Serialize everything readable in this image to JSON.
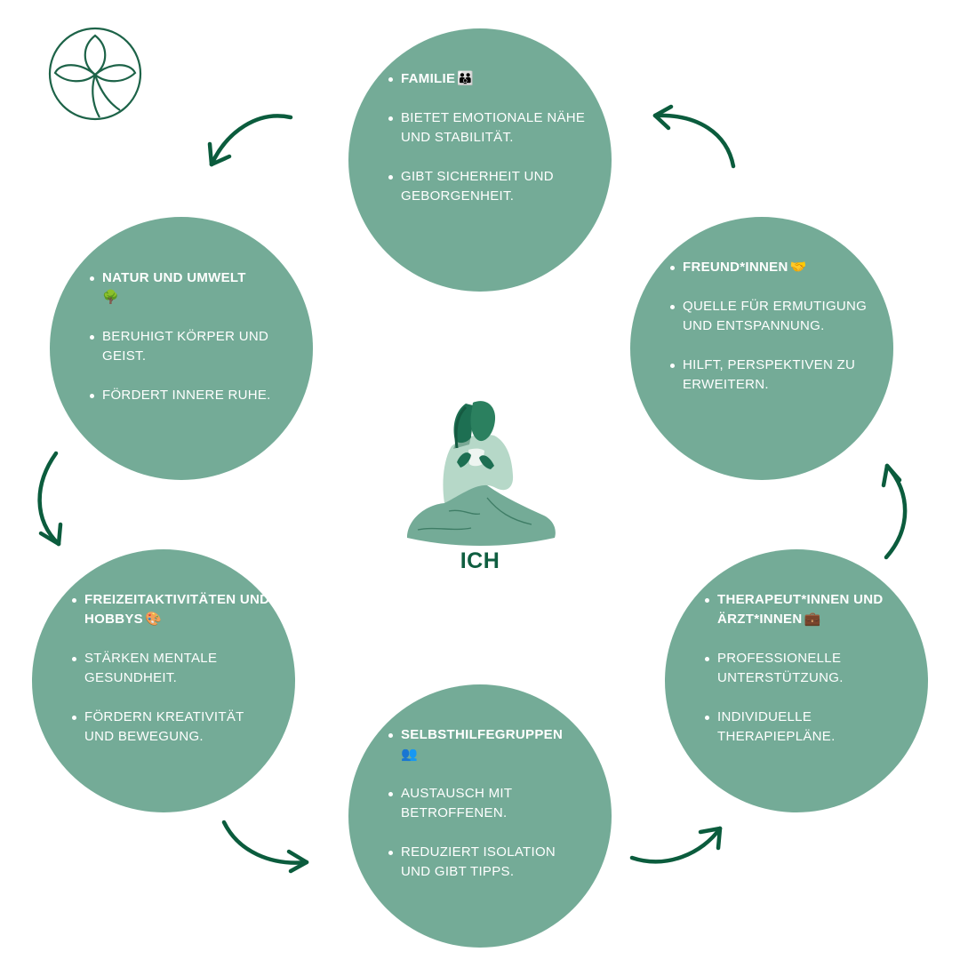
{
  "colors": {
    "circle": "#74ab97",
    "arrow": "#0b5c3d",
    "text": "#ffffff",
    "center_label": "#0f5e40",
    "logo": "#1d6348"
  },
  "logo_icon": "leaf-circle-logo",
  "center": {
    "label": "ICH",
    "icon": "woman-with-cup-icon"
  },
  "nodes": [
    {
      "id": "familie",
      "title": "FAMILIE",
      "emoji": "👪",
      "points": [
        "BIETET EMOTIONALE NÄHE UND STABILITÄT.",
        "GIBT SICHERHEIT UND GEBORGENHEIT."
      ]
    },
    {
      "id": "freunde",
      "title": "FREUND*INNEN",
      "emoji": "🤝",
      "points": [
        "QUELLE FÜR ERMUTIGUNG UND ENTSPANNUNG.",
        "HILFT, PERSPEKTIVEN ZU ERWEITERN."
      ]
    },
    {
      "id": "therapeuten",
      "title": "THERAPEUT*INNEN UND ÄRZT*INNEN",
      "emoji": "💼",
      "points": [
        "PROFESSIONELLE UNTERSTÜTZUNG.",
        "INDIVIDUELLE THERAPIEPLÄNE."
      ]
    },
    {
      "id": "selbsthilfe",
      "title": "SELBSTHILFEGRUPPEN",
      "emoji": "👥",
      "points": [
        "AUSTAUSCH MIT BETROFFENEN.",
        "REDUZIERT ISOLATION UND GIBT TIPPS."
      ]
    },
    {
      "id": "freizeit",
      "title": "FREIZEITAKTIVITÄTEN UND HOBBYS",
      "emoji": "🎨",
      "points": [
        "STÄRKEN MENTALE GESUNDHEIT.",
        "FÖRDERN KREATIVITÄT UND BEWEGUNG."
      ]
    },
    {
      "id": "natur",
      "title": "NATUR UND UMWELT",
      "emoji": "🌳",
      "points": [
        "BERUHIGT KÖRPER UND GEIST.",
        "FÖRDERT INNERE RUHE."
      ]
    }
  ]
}
